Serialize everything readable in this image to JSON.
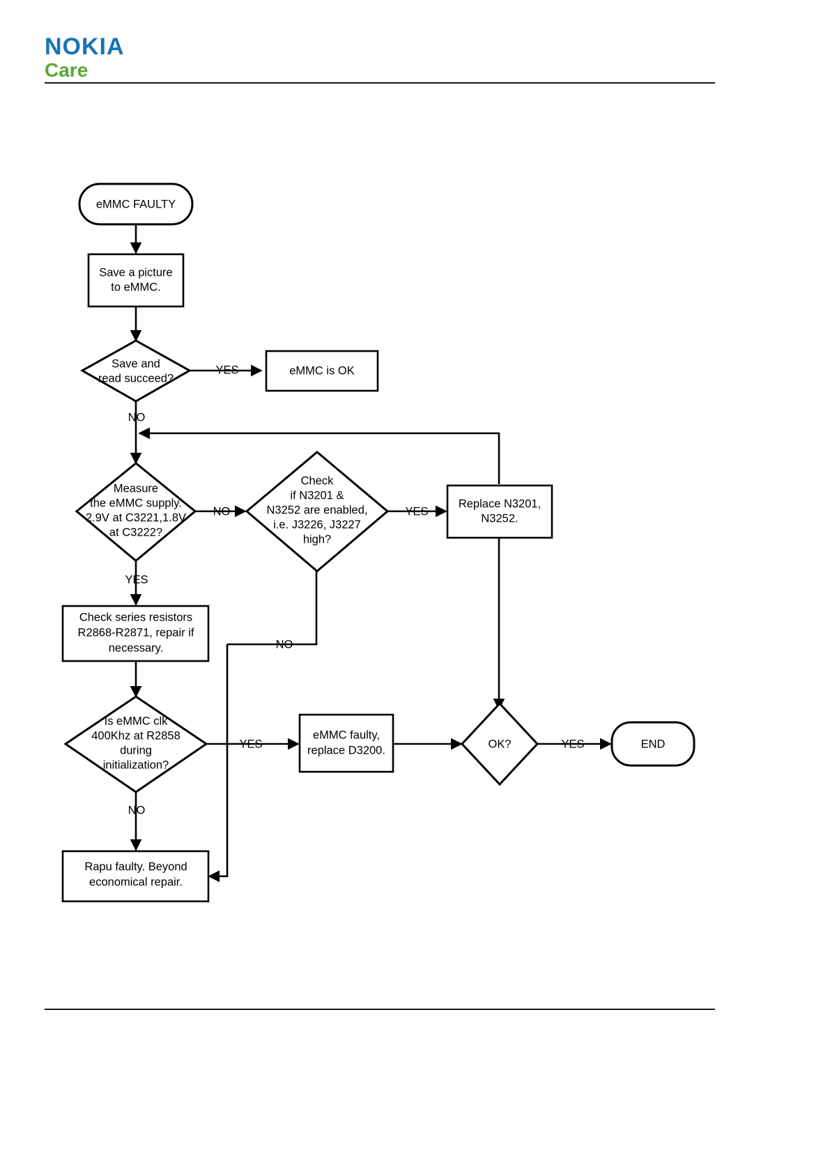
{
  "document": {
    "brand_primary": "NOKIA",
    "brand_secondary": "Care",
    "brand_primary_color": "#1773b6",
    "brand_secondary_color": "#5aa733"
  },
  "chart_data": {
    "type": "diagram",
    "diagram_kind": "flowchart",
    "title": "eMMC Faulty troubleshooting flowchart",
    "nodes": [
      {
        "id": "start",
        "shape": "terminator",
        "lines": [
          "eMMC FAULTY"
        ]
      },
      {
        "id": "save_pic",
        "shape": "process",
        "lines": [
          "Save a picture",
          "to eMMC."
        ]
      },
      {
        "id": "save_read",
        "shape": "decision",
        "lines": [
          "Save and",
          "read succeed?"
        ]
      },
      {
        "id": "emmc_ok",
        "shape": "process",
        "lines": [
          "eMMC is OK"
        ]
      },
      {
        "id": "measure",
        "shape": "decision",
        "lines": [
          "Measure",
          "the eMMC supply.",
          "2.9V at C3221,1.8V",
          "at C3222?"
        ]
      },
      {
        "id": "check_en",
        "shape": "decision",
        "lines": [
          "Check",
          "if N3201 &",
          "N3252 are enabled,",
          "i.e. J3226, J3227",
          "high?"
        ]
      },
      {
        "id": "replace_n",
        "shape": "process",
        "lines": [
          "Replace N3201,",
          "N3252."
        ]
      },
      {
        "id": "check_res",
        "shape": "process",
        "lines": [
          "Check series resistors",
          "R2868-R2871, repair if",
          "necessary."
        ]
      },
      {
        "id": "clk_400",
        "shape": "decision",
        "lines": [
          "Is eMMC clk",
          "400Khz at R2858",
          "during",
          "initialization?"
        ]
      },
      {
        "id": "replace_d",
        "shape": "process",
        "lines": [
          "eMMC faulty,",
          "replace D3200."
        ]
      },
      {
        "id": "ok_q",
        "shape": "decision",
        "lines": [
          "OK?"
        ]
      },
      {
        "id": "end",
        "shape": "terminator",
        "lines": [
          "END"
        ]
      },
      {
        "id": "rapu",
        "shape": "process",
        "lines": [
          "Rapu faulty. Beyond",
          "economical repair."
        ]
      }
    ],
    "edges": [
      {
        "from": "start",
        "to": "save_pic",
        "label": ""
      },
      {
        "from": "save_pic",
        "to": "save_read",
        "label": ""
      },
      {
        "from": "save_read",
        "to": "emmc_ok",
        "label": "YES"
      },
      {
        "from": "save_read",
        "to": "measure",
        "label": "NO"
      },
      {
        "from": "measure",
        "to": "check_en",
        "label": "NO"
      },
      {
        "from": "measure",
        "to": "check_res",
        "label": "YES"
      },
      {
        "from": "check_en",
        "to": "replace_n",
        "label": "YES"
      },
      {
        "from": "check_en",
        "to": "rapu",
        "label": "NO"
      },
      {
        "from": "replace_n",
        "to": "measure",
        "label": ""
      },
      {
        "from": "replace_n",
        "to": "ok_q",
        "label": ""
      },
      {
        "from": "check_res",
        "to": "clk_400",
        "label": ""
      },
      {
        "from": "clk_400",
        "to": "replace_d",
        "label": "YES"
      },
      {
        "from": "clk_400",
        "to": "rapu",
        "label": "NO"
      },
      {
        "from": "replace_d",
        "to": "ok_q",
        "label": ""
      },
      {
        "from": "ok_q",
        "to": "end",
        "label": "YES"
      }
    ],
    "edge_labels": {
      "save_read_yes": "YES",
      "save_read_no": "NO",
      "measure_no": "NO",
      "measure_yes": "YES",
      "check_en_yes": "YES",
      "check_en_no": "NO",
      "clk_yes": "YES",
      "clk_no": "NO",
      "ok_yes": "YES"
    }
  },
  "node_text": {
    "start_1": "eMMC FAULTY",
    "save_pic_1": "Save a picture",
    "save_pic_2": "to eMMC.",
    "save_read_1": "Save and",
    "save_read_2": "read succeed?",
    "emmc_ok_1": "eMMC is OK",
    "measure_1": "Measure",
    "measure_2": "the eMMC supply.",
    "measure_3": "2.9V at C3221,1.8V",
    "measure_4": "at C3222?",
    "check_en_1": "Check",
    "check_en_2": "if N3201 &",
    "check_en_3": "N3252 are enabled,",
    "check_en_4": "i.e. J3226, J3227",
    "check_en_5": "high?",
    "replace_n_1": "Replace N3201,",
    "replace_n_2": "N3252.",
    "check_res_1": "Check series resistors",
    "check_res_2": "R2868-R2871, repair if",
    "check_res_3": "necessary.",
    "clk_1": "Is eMMC clk",
    "clk_2": "400Khz at R2858",
    "clk_3": "during",
    "clk_4": "initialization?",
    "replace_d_1": "eMMC faulty,",
    "replace_d_2": "replace D3200.",
    "ok_1": "OK?",
    "end_1": "END",
    "rapu_1": "Rapu faulty. Beyond",
    "rapu_2": "economical repair."
  }
}
